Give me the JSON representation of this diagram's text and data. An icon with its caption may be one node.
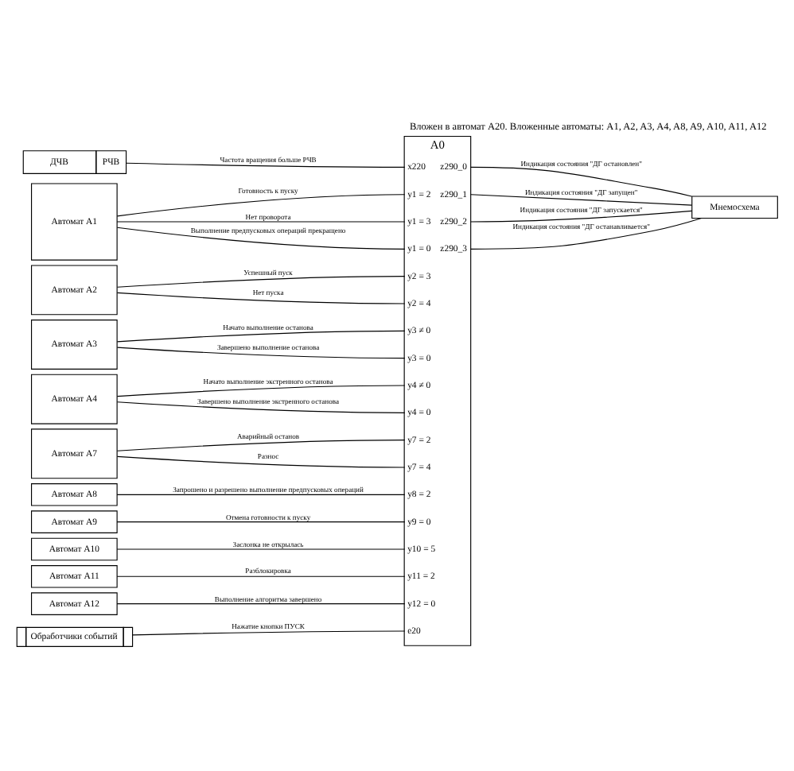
{
  "diagram": {
    "title": "Вложен в автомат A20. Вложенные автоматы: A1, A2, A3, A4, A8, A9, A10, A11, A12",
    "nodes": [
      {
        "text": [
          "ДЧВ",
          "РЧВ"
        ]
      },
      {
        "text": [
          "A0",
          "x220",
          "y1 = 2",
          "y1 = 3",
          "y1 = 0",
          "y2 = 3",
          "y2 = 4",
          "y3 ≠ 0",
          "y3 = 0",
          "y4 ≠ 0",
          "y4 = 0",
          "y7 = 2",
          "y7 = 4",
          "y8 = 2",
          "y9 = 0",
          "y10 = 5",
          "y11 = 2",
          "y12 = 0",
          "e20",
          "z290_0",
          "z290_1",
          "z290_2",
          "z290_3"
        ]
      },
      {
        "text": [
          "Мнемосхема"
        ]
      },
      {
        "text": [
          "Автомат A1"
        ]
      },
      {
        "text": [
          "Автомат A2"
        ]
      },
      {
        "text": [
          "Автомат A3"
        ]
      },
      {
        "text": [
          "Автомат A4"
        ]
      },
      {
        "text": [
          "Автомат A7"
        ]
      },
      {
        "text": [
          "Автомат A8"
        ]
      },
      {
        "text": [
          "Автомат A9"
        ]
      },
      {
        "text": [
          "Автомат A10"
        ]
      },
      {
        "text": [
          "Автомат A11"
        ]
      },
      {
        "text": [
          "Автомат A12"
        ]
      },
      {
        "text": [
          "Обработчики событий"
        ]
      }
    ],
    "edges": [
      {
        "from": 0,
        "to": 1,
        "arrow": "none",
        "label": "Частота вращения больше РЧВ"
      },
      {
        "from": 3,
        "to": 1,
        "arrow": "none",
        "label": "Готовность к пуску"
      },
      {
        "from": 3,
        "to": 1,
        "arrow": "none",
        "label": "Нет проворота"
      },
      {
        "from": 3,
        "to": 1,
        "arrow": "none",
        "label": "Выполнение предпусковых операций прекращено"
      },
      {
        "from": 4,
        "to": 1,
        "arrow": "none",
        "label": "Успешный пуск"
      },
      {
        "from": 4,
        "to": 1,
        "arrow": "none",
        "label": "Нет пуска"
      },
      {
        "from": 5,
        "to": 1,
        "arrow": "none",
        "label": "Начато выполнение останова"
      },
      {
        "from": 5,
        "to": 1,
        "arrow": "none",
        "label": "Завершено выполнение останова"
      },
      {
        "from": 6,
        "to": 1,
        "arrow": "none",
        "label": "Начато выполнение экстренного останова"
      },
      {
        "from": 6,
        "to": 1,
        "arrow": "none",
        "label": "Завершено выполнение экстренного останова"
      },
      {
        "from": 7,
        "to": 1,
        "arrow": "none",
        "label": "Аварийный останов"
      },
      {
        "from": 7,
        "to": 1,
        "arrow": "none",
        "label": "Разнос"
      },
      {
        "from": 8,
        "to": 1,
        "arrow": "none",
        "label": "Запрошено и разрешено выполнение предпусковых операций"
      },
      {
        "from": 9,
        "to": 1,
        "arrow": "none",
        "label": "Отмена готовности к пуску"
      },
      {
        "from": 10,
        "to": 1,
        "arrow": "none",
        "label": "Заслонка не открылась"
      },
      {
        "from": 11,
        "to": 1,
        "arrow": "none",
        "label": "Разблокировка"
      },
      {
        "from": 12,
        "to": 1,
        "arrow": "none",
        "label": "Выполнение алгоритма завершено"
      },
      {
        "from": 13,
        "to": 1,
        "arrow": "none",
        "label": "Нажатие кнопки ПУСК"
      },
      {
        "from": 1,
        "to": 2,
        "arrow": "none",
        "label": "Индикация состояния \"ДГ остановлен\""
      },
      {
        "from": 1,
        "to": 2,
        "arrow": "none",
        "label": "Индикация состояния \"ДГ запущен\""
      },
      {
        "from": 1,
        "to": 2,
        "arrow": "none",
        "label": "Индикация состояния \"ДГ запускается\""
      },
      {
        "from": 1,
        "to": 2,
        "arrow": "none",
        "label": "Индикация состояния \"ДГ останавливается\""
      }
    ]
  }
}
